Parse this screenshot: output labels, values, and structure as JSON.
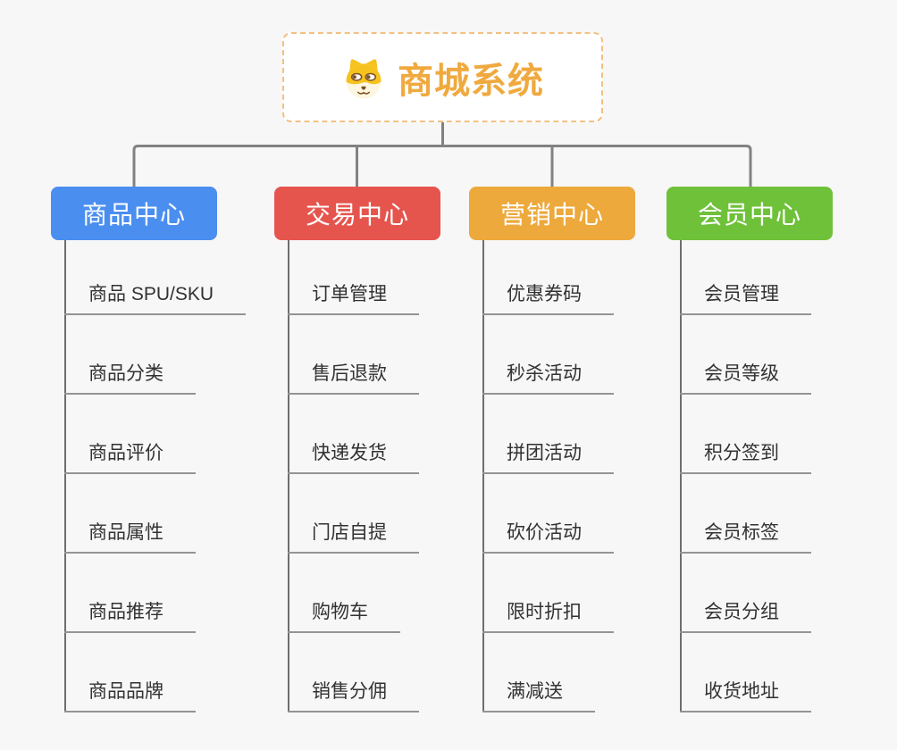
{
  "app": {
    "background": "#f7f7f7",
    "connector_color": "#828282"
  },
  "root": {
    "title": "商城系统",
    "icon": "shiba-dog-icon",
    "title_color": "#f0a93e",
    "border_color": "#f2c083"
  },
  "branches": [
    {
      "label": "商品中心",
      "color": "#4a8ef0",
      "items": [
        "商品 SPU/SKU",
        "商品分类",
        "商品评价",
        "商品属性",
        "商品推荐",
        "商品品牌"
      ]
    },
    {
      "label": "交易中心",
      "color": "#e5554e",
      "items": [
        "订单管理",
        "售后退款",
        "快递发货",
        "门店自提",
        "购物车",
        "销售分佣"
      ]
    },
    {
      "label": "营销中心",
      "color": "#eda93c",
      "items": [
        "优惠券码",
        "秒杀活动",
        "拼团活动",
        "砍价活动",
        "限时折扣",
        "满减送"
      ]
    },
    {
      "label": "会员中心",
      "color": "#6fc13a",
      "items": [
        "会员管理",
        "会员等级",
        "积分签到",
        "会员标签",
        "会员分组",
        "收货地址"
      ]
    }
  ]
}
